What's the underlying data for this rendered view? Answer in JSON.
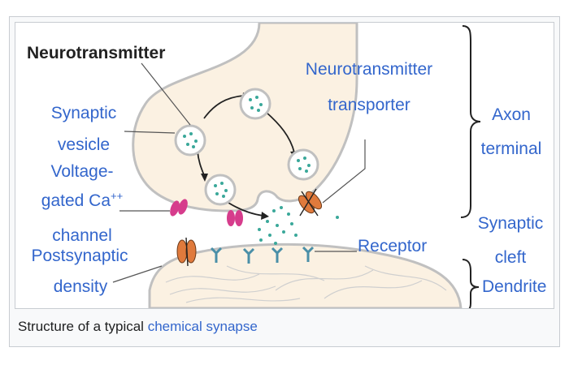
{
  "labels": {
    "neurotransmitter": "Neurotransmitter",
    "synaptic_vesicle_1": "Synaptic",
    "synaptic_vesicle_2": "vesicle",
    "vgcc_1": "Voltage-",
    "vgcc_2": "gated Ca",
    "vgcc_sup": "++",
    "vgcc_3": "channel",
    "nt_transporter_1": "Neurotransmitter",
    "nt_transporter_2": "transporter",
    "axon_terminal_1": "Axon",
    "axon_terminal_2": "terminal",
    "synaptic_cleft_1": "Synaptic",
    "synaptic_cleft_2": "cleft",
    "receptor": "Receptor",
    "postsynaptic_density_1": "Postsynaptic",
    "postsynaptic_density_2": "density",
    "dendrite": "Dendrite"
  },
  "caption": {
    "prefix": "Structure of a typical",
    "link": "chemical synapse"
  },
  "colors": {
    "terminal_fill": "#fbf1e2",
    "outline": "#c0c0c0",
    "vesicle_dot": "#3aa89a",
    "channel": "#d63c8c",
    "transporter": "#e07a3c",
    "receptor": "#4a8fa8",
    "label_blue": "#3366cc"
  }
}
